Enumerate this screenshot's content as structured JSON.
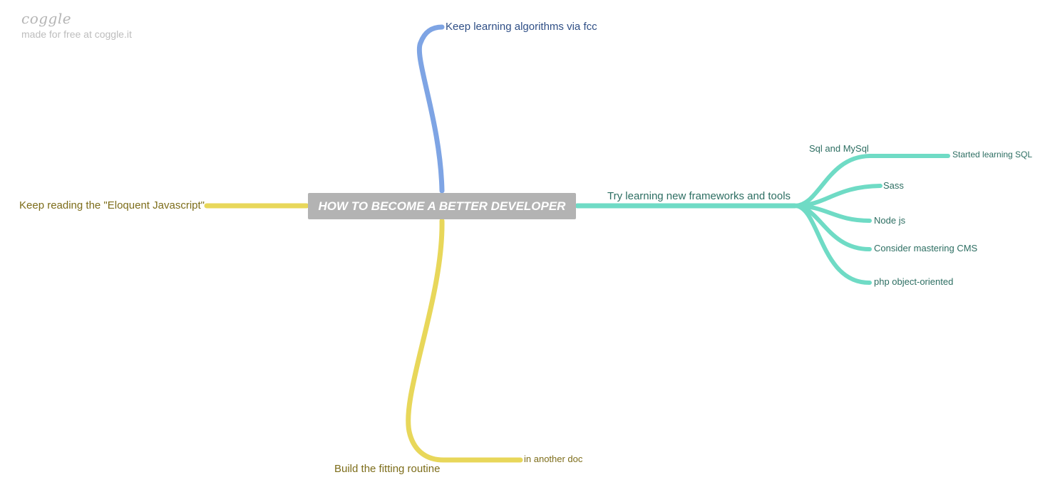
{
  "app": {
    "logo": "coggle",
    "tagline": "made for free at coggle.it"
  },
  "colors": {
    "blue": "#7ea4e4",
    "yellow": "#e8d75a",
    "teal": "#6fdbc5",
    "central_bg": "#b3b3b3"
  },
  "mindmap": {
    "central": "HOW TO BECOME A BETTER DEVELOPER",
    "branches": {
      "algorithms": "Keep learning algorithms via fcc",
      "reading": "Keep reading the \"Eloquent Javascript\"",
      "routine": "Build the fitting routine",
      "routine_child": "in another doc",
      "frameworks": "Try learning new frameworks and tools",
      "sql": "Sql and MySql",
      "sql_child": "Started learning SQL",
      "sass": "Sass",
      "node": "Node js",
      "cms": "Consider mastering CMS",
      "php": "php object-oriented"
    }
  }
}
